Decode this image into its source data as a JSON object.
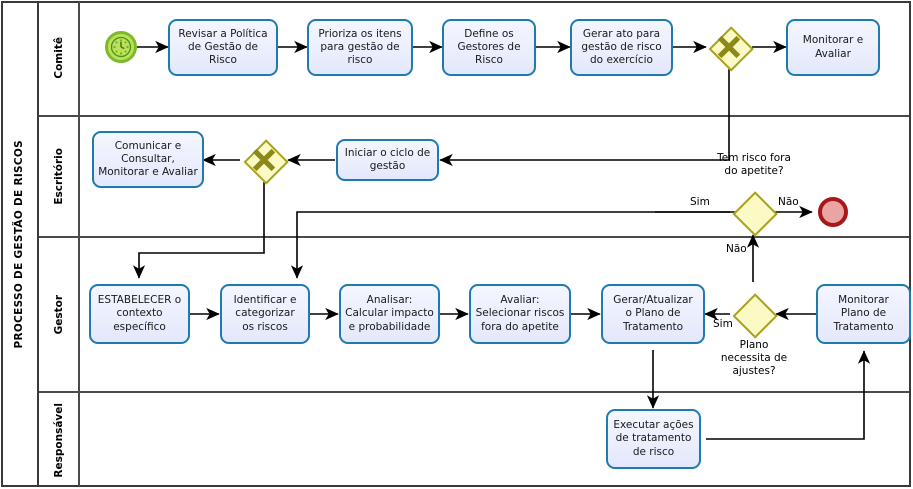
{
  "pool": {
    "label": "PROCESSO DE GESTÃO DE RISCOS"
  },
  "lanes": [
    {
      "id": "comite",
      "label": "Comitê"
    },
    {
      "id": "escritorio",
      "label": "Escritório"
    },
    {
      "id": "gestor",
      "label": "Gestor"
    },
    {
      "id": "responsavel",
      "label": "Responsável"
    }
  ],
  "events": [
    {
      "id": "start",
      "type": "timer-start-event",
      "lane": "comite",
      "label": ""
    },
    {
      "id": "end",
      "type": "end-event",
      "lane": "escritorio",
      "label": ""
    }
  ],
  "tasks": [
    {
      "id": "t1",
      "lane": "comite",
      "lines": [
        "Revisar a Política",
        "de Gestão de",
        "Risco"
      ]
    },
    {
      "id": "t2",
      "lane": "comite",
      "lines": [
        "Prioriza os itens",
        "para gestão de",
        "risco"
      ]
    },
    {
      "id": "t3",
      "lane": "comite",
      "lines": [
        "Define os",
        "Gestores de",
        "Risco"
      ]
    },
    {
      "id": "t4",
      "lane": "comite",
      "lines": [
        "Gerar ato para",
        "gestão de risco",
        "do exercício"
      ]
    },
    {
      "id": "t5",
      "lane": "comite",
      "lines": [
        "Monitorar e",
        "Avaliar"
      ]
    },
    {
      "id": "t6",
      "lane": "escritorio",
      "lines": [
        "Comunicar e",
        "Consultar,",
        "Monitorar e Avaliar"
      ]
    },
    {
      "id": "t7",
      "lane": "escritorio",
      "lines": [
        "Iniciar o ciclo de",
        "gestão"
      ]
    },
    {
      "id": "t8",
      "lane": "gestor",
      "lines": [
        "ESTABELECER o",
        "contexto",
        "específico"
      ]
    },
    {
      "id": "t9",
      "lane": "gestor",
      "lines": [
        "Identificar e",
        "categorizar",
        "os riscos"
      ]
    },
    {
      "id": "t10",
      "lane": "gestor",
      "lines": [
        "Analisar:",
        "Calcular impacto",
        "e probabilidade"
      ]
    },
    {
      "id": "t11",
      "lane": "gestor",
      "lines": [
        "Avaliar:",
        "Selecionar riscos",
        "fora do apetite"
      ]
    },
    {
      "id": "t12",
      "lane": "gestor",
      "lines": [
        "Gerar/Atualizar",
        "o Plano de",
        "Tratamento"
      ]
    },
    {
      "id": "t13",
      "lane": "gestor",
      "lines": [
        "Monitorar",
        "Plano de",
        "Tratamento"
      ]
    },
    {
      "id": "t14",
      "lane": "responsavel",
      "lines": [
        "Executar ações",
        "de tratamento",
        "de risco"
      ]
    }
  ],
  "gateways": [
    {
      "id": "g1",
      "lane": "comite",
      "marker": "exclusive-x",
      "label": ""
    },
    {
      "id": "g2",
      "lane": "escritorio",
      "marker": "exclusive-x",
      "label": ""
    },
    {
      "id": "g3",
      "lane": "escritorio",
      "marker": "none",
      "label_lines": [
        "Tem risco fora",
        "do apetite?"
      ]
    },
    {
      "id": "g4",
      "lane": "gestor",
      "marker": "none",
      "label_lines": [
        "Plano",
        "necessita de",
        "ajustes?"
      ]
    }
  ],
  "flow_labels": [
    {
      "id": "f-sim-apetite",
      "text": "Sim"
    },
    {
      "id": "f-nao-end",
      "text": "Não"
    },
    {
      "id": "f-nao-up",
      "text": "Não"
    },
    {
      "id": "f-sim-ajustes",
      "text": "Sim"
    }
  ],
  "colors": {
    "task_border": "#1f7ab0",
    "task_fill": "#e8ecfb",
    "gateway_border": "#a8a21e",
    "gateway_fill": "#fbf9c4",
    "start_border": "#7eb82b",
    "start_fill": "#b9e25a",
    "end_border": "#a81818",
    "end_fill": "#eba4a4",
    "lane_border": "#4a4a4a",
    "flow_line": "#000000"
  }
}
